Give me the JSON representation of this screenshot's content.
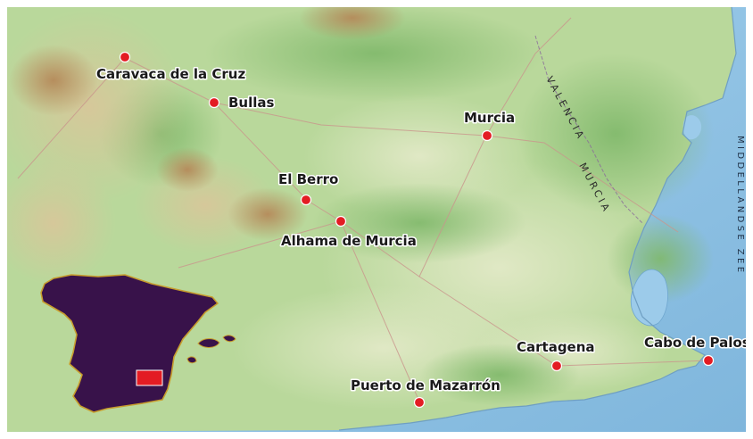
{
  "map": {
    "colors": {
      "sea": "#8fc3e6",
      "land_green": "#a7cf8c",
      "land_lowland": "#cfe2b8",
      "mountains": "#c9ab80",
      "city_dot": "#e31c23",
      "inset_country": "#38124a",
      "inset_border": "#c79c2d",
      "inset_highlight": "#e31c23",
      "city_label_text": "#1a1a1a"
    },
    "cities": [
      {
        "name": "Caravaca de la Cruz"
      },
      {
        "name": "Bullas"
      },
      {
        "name": "Murcia"
      },
      {
        "name": "El Berro"
      },
      {
        "name": "Alhama de Murcia"
      },
      {
        "name": "Cartagena"
      },
      {
        "name": "Cabo de Palos"
      },
      {
        "name": "Puerto de Mazarrón"
      }
    ],
    "region_labels": {
      "valencia": "VALENCIA",
      "murcia": "MURCIA"
    },
    "sea_label": "MIDDELLANDSE ZEE",
    "inset": {
      "description_icon": "spain-outline-icon"
    }
  }
}
